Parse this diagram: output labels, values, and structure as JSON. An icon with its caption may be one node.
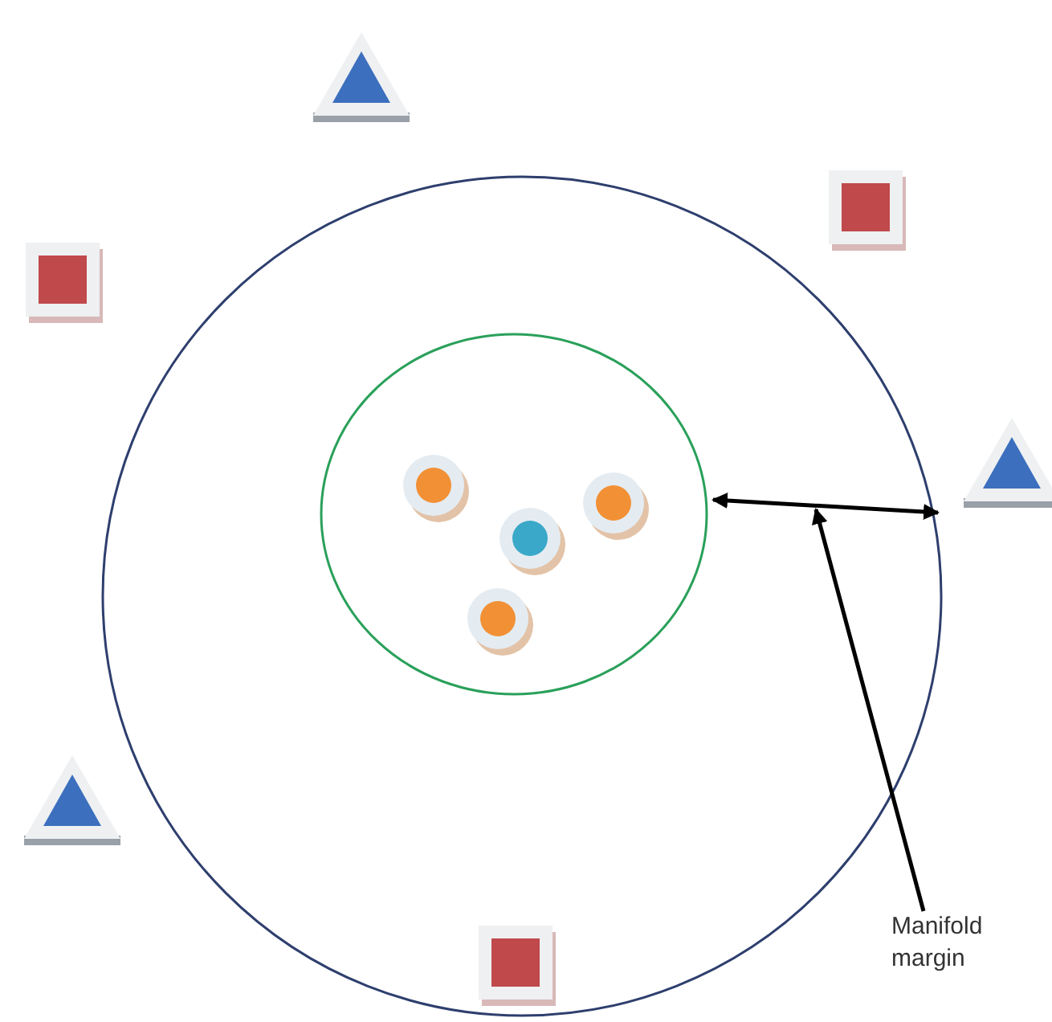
{
  "diagram": {
    "nodes": [
      {
        "text": [
          "Manifold margin"
        ]
      },
      {
        "text": [],
        "shape": "arrow"
      }
    ],
    "edges": [
      {
        "from": 0,
        "to": 1,
        "arrow": "to"
      }
    ]
  }
}
